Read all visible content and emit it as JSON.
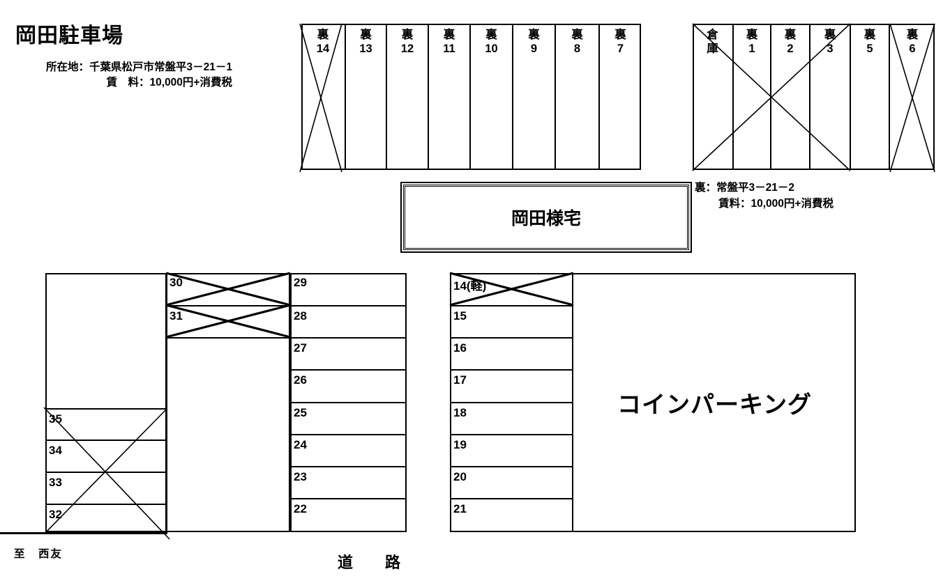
{
  "header": {
    "title": "岡田駐車場",
    "address_line": "所在地：千葉県松戸市常盤平3－21－1",
    "rent_line": "賃　料：10,000円+消費税"
  },
  "back_note": {
    "address_line": "裏：常盤平3－21－2",
    "rent_line": "賃料：10,000円+消費税"
  },
  "house": {
    "label": "岡田様宅"
  },
  "coin_parking": {
    "label": "コインパーキング"
  },
  "road": {
    "label": "道　路",
    "left_direction_label": "至　西友"
  },
  "back_row_1": {
    "stalls": [
      {
        "label": "裏\n14",
        "occupied": false
      },
      {
        "label": "裏\n13",
        "occupied": false
      },
      {
        "label": "裏\n12",
        "occupied": false
      },
      {
        "label": "裏\n11",
        "occupied": false
      },
      {
        "label": "裏\n10",
        "occupied": false
      },
      {
        "label": "裏\n9",
        "occupied": false
      },
      {
        "label": "裏\n8",
        "occupied": false
      },
      {
        "label": "裏\n7",
        "occupied": true
      }
    ]
  },
  "back_row_2": {
    "stalls": [
      {
        "label": "倉\n庫",
        "occupied": true
      },
      {
        "label": "裏\n1",
        "occupied": true
      },
      {
        "label": "裏\n2",
        "occupied": true
      },
      {
        "label": "裏\n3",
        "occupied": true
      },
      {
        "label": "裏\n5",
        "occupied": false
      },
      {
        "label": "裏\n6",
        "occupied": true
      }
    ]
  },
  "left_column": {
    "stalls": [
      {
        "label": "",
        "occupied": false
      },
      {
        "label": "35",
        "occupied": true
      },
      {
        "label": "34",
        "occupied": true
      },
      {
        "label": "33",
        "occupied": true
      },
      {
        "label": "32",
        "occupied": true
      }
    ]
  },
  "middle_column": {
    "stalls": [
      {
        "label": "30",
        "occupied": true
      },
      {
        "label": "31",
        "occupied": true
      },
      {
        "label": "",
        "occupied": false
      }
    ]
  },
  "right_column": {
    "stalls": [
      {
        "label": "29",
        "occupied": false
      },
      {
        "label": "28",
        "occupied": false
      },
      {
        "label": "27",
        "occupied": false
      },
      {
        "label": "26",
        "occupied": false
      },
      {
        "label": "25",
        "occupied": false
      },
      {
        "label": "24",
        "occupied": false
      },
      {
        "label": "23",
        "occupied": false
      },
      {
        "label": "22",
        "occupied": false
      }
    ]
  },
  "coin_column": {
    "stalls": [
      {
        "label": "14(軽)",
        "occupied": true
      },
      {
        "label": "15",
        "occupied": false
      },
      {
        "label": "16",
        "occupied": false
      },
      {
        "label": "17",
        "occupied": false
      },
      {
        "label": "18",
        "occupied": false
      },
      {
        "label": "19",
        "occupied": false
      },
      {
        "label": "20",
        "occupied": false
      },
      {
        "label": "21",
        "occupied": false
      }
    ]
  },
  "colors": {
    "line": "#000000",
    "background": "#ffffff"
  }
}
